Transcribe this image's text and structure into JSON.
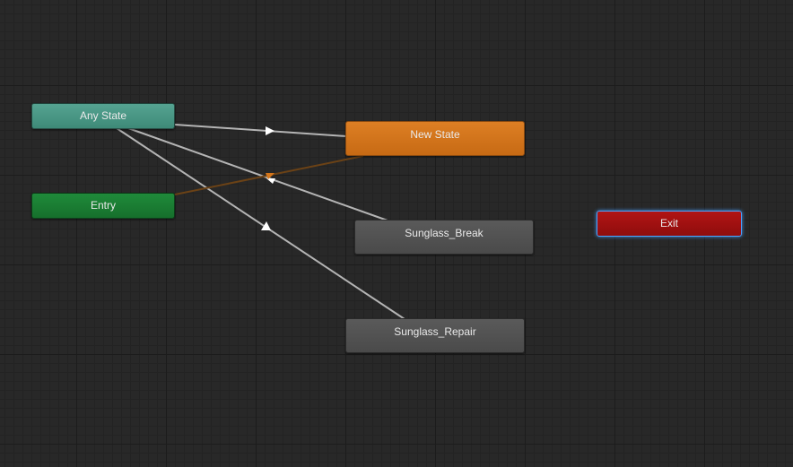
{
  "states": {
    "any_state": "Any State",
    "entry": "Entry",
    "new_state": "New State",
    "sunglass_break": "Sunglass_Break",
    "sunglass_repair": "Sunglass_Repair",
    "exit": "Exit"
  },
  "colors": {
    "any_state": "#4a9a86",
    "entry": "#1a7f33",
    "default_state": "#d5761b",
    "state": "#505050",
    "exit": "#a01010",
    "selection_outline": "#4aa3ff",
    "transition": "#b4b4b4",
    "default_transition": "#6b4216"
  },
  "transitions": [
    {
      "from": "Any State",
      "to": "New State"
    },
    {
      "from": "Sunglass_Break",
      "to": "Any State"
    },
    {
      "from": "Sunglass_Repair",
      "to": "Any State"
    },
    {
      "from": "Entry",
      "to": "New State",
      "default": true
    }
  ]
}
